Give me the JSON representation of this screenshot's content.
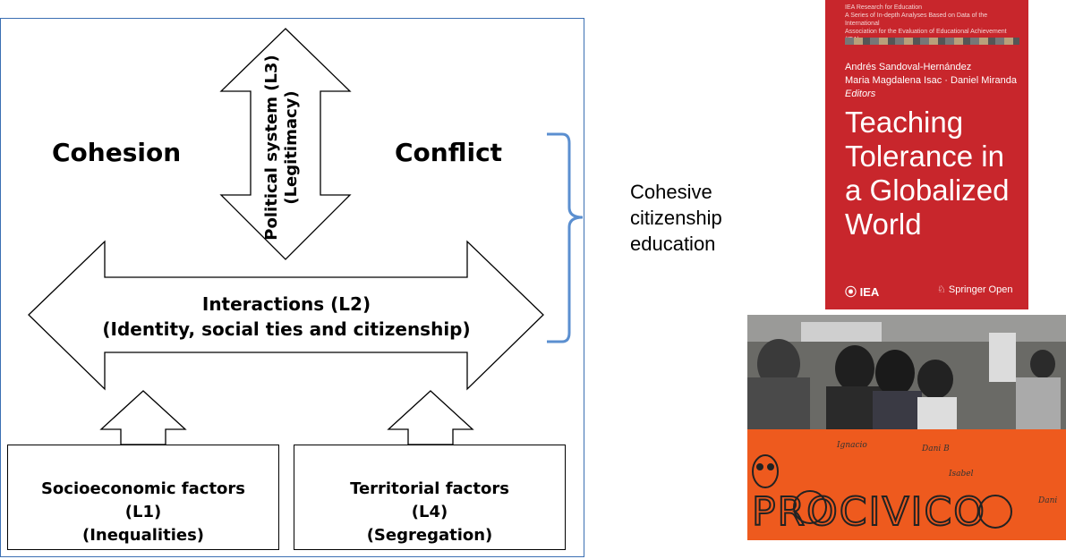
{
  "diagram": {
    "cohesion": "Cohesion",
    "conflict": "Conflict",
    "political_line1": "Political system (L3)",
    "political_line2": "(Legitimacy)",
    "interactions_line1": "Interactions (L2)",
    "interactions_line2": "(Identity, social ties and citizenship)",
    "socio_line1": "Socioeconomic factors",
    "socio_line2": "(L1)",
    "socio_line3": "(Inequalities)",
    "terr_line1": "Territorial factors",
    "terr_line2": "(L4)",
    "terr_line3": "(Segregation)"
  },
  "side_label": {
    "line1": "Cohesive",
    "line2": "citizenship",
    "line3": "education"
  },
  "book": {
    "series_line1": "IEA Research for Education",
    "series_line2": "A Series of In-depth Analyses Based on Data of the International",
    "series_line3": "Association for the Evaluation of Educational Achievement (IEA)",
    "editor1": "Andrés Sandoval-Hernández",
    "editor2": "Maria Magdalena Isac · Daniel Miranda",
    "editors_label": "Editors",
    "title_line1": "Teaching",
    "title_line2": "Tolerance in",
    "title_line3": "a Globalized",
    "title_line4": "World",
    "logo": "IEA",
    "publisher": "Springer Open",
    "color": "#c8262c"
  },
  "photo": {
    "banner_text": "PROCIVICO",
    "signatures": [
      "Ignacio",
      "Dani B",
      "Isabel",
      "Dani"
    ],
    "banner_color": "#ee5a1e"
  },
  "colors": {
    "frame": "#3b6fb3",
    "bracket": "#5b8fd0"
  }
}
